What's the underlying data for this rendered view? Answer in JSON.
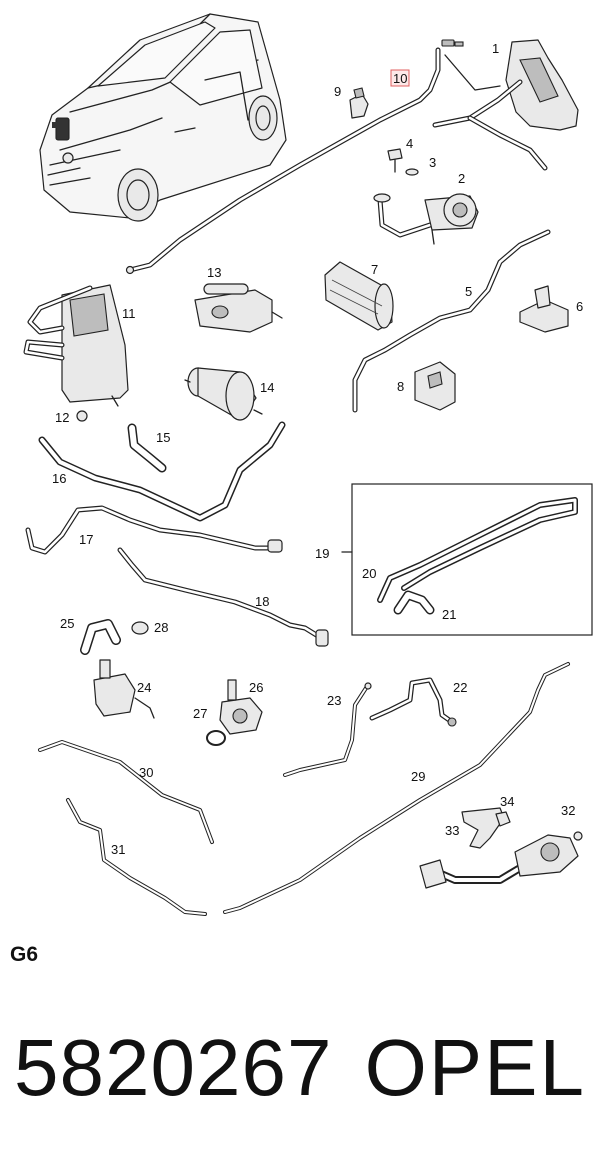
{
  "diagram": {
    "highlighted_callout": "10",
    "callouts": [
      "1",
      "2",
      "3",
      "4",
      "5",
      "6",
      "7",
      "8",
      "9",
      "10",
      "11",
      "12",
      "13",
      "14",
      "15",
      "16",
      "17",
      "18",
      "19",
      "20",
      "21",
      "22",
      "23",
      "24",
      "25",
      "26",
      "27",
      "28",
      "29",
      "30",
      "31",
      "32",
      "33",
      "34"
    ],
    "colors": {
      "line": "#222222",
      "highlight_border": "#e06060",
      "highlight_fill": "#fde8e8",
      "part_fill": "#e9e9e9"
    }
  },
  "section_code": "G6",
  "part_number": "5820267",
  "brand": "OPEL"
}
